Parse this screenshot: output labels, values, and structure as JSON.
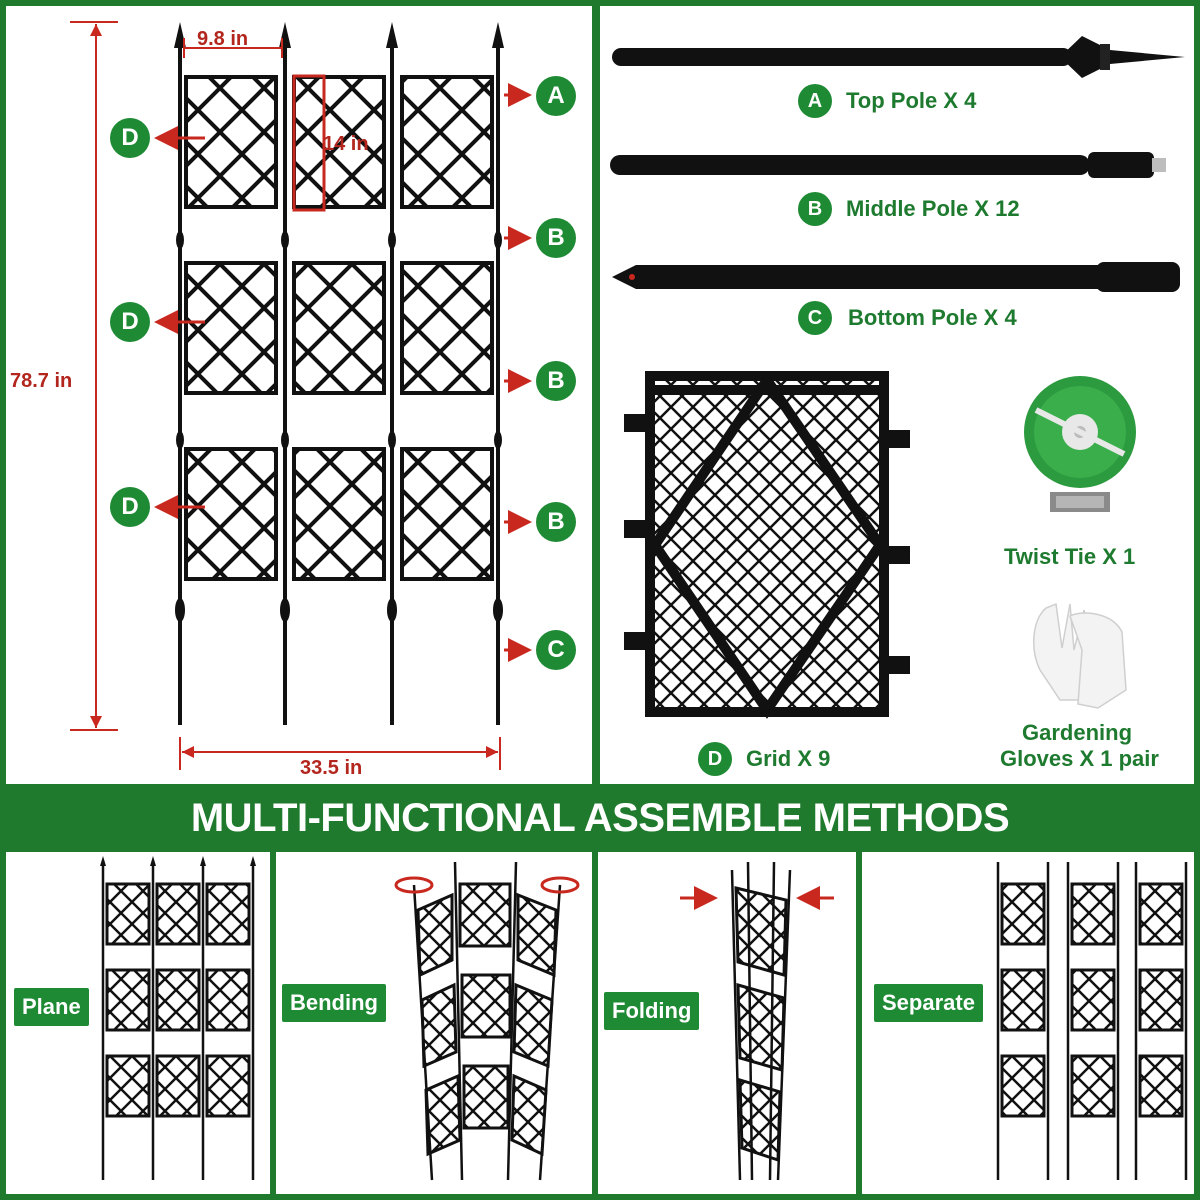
{
  "dimensions": {
    "width_top": "9.8 in",
    "height_grid": "14 in",
    "height_total": "78.7 in",
    "width_total": "33.5 in"
  },
  "callout_letters": [
    "A",
    "B",
    "B",
    "B",
    "C",
    "D",
    "D",
    "D"
  ],
  "parts": {
    "top_pole": {
      "letter": "A",
      "label": "Top Pole X 4"
    },
    "middle_pole": {
      "letter": "B",
      "label": "Middle Pole X 12"
    },
    "bottom_pole": {
      "letter": "C",
      "label": "Bottom Pole X 4"
    },
    "grid": {
      "letter": "D",
      "label": "Grid X 9"
    },
    "twist_tie": {
      "label": "Twist Tie X 1"
    },
    "gloves": {
      "label_line1": "Gardening",
      "label_line2": "Gloves X 1 pair"
    }
  },
  "banner_title": "MULTI-FUNCTIONAL ASSEMBLE METHODS",
  "methods": [
    "Plane",
    "Bending",
    "Folding",
    "Separate"
  ],
  "colors": {
    "brand_green": "#1f7a2d",
    "badge_green": "#1e8a34",
    "dimension_red": "#b3261e",
    "frame_black": "#111111"
  }
}
